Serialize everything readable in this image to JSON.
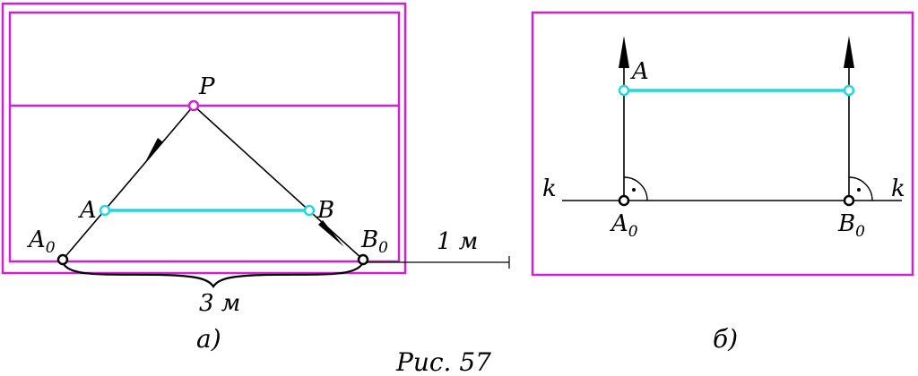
{
  "colors": {
    "frame": "#d020d0",
    "segment": "#22d8e0",
    "line": "#000000",
    "point_p": "#d020d0",
    "point_black": "#000000"
  },
  "panel_a": {
    "label_P": "P",
    "label_A": "A",
    "label_B": "B",
    "label_A0_main": "A",
    "label_A0_sub": "0",
    "label_B0_main": "B",
    "label_B0_sub": "0",
    "dim_3m": "3 м",
    "dim_1m": "1 м",
    "caption": "а)"
  },
  "panel_b": {
    "label_A": "A",
    "label_k_left": "k",
    "label_k_right": "k",
    "label_A0_main": "A",
    "label_A0_sub": "0",
    "label_B0_main": "B",
    "label_B0_sub": "0",
    "caption": "б)"
  },
  "figure_caption": "Рис. 57"
}
